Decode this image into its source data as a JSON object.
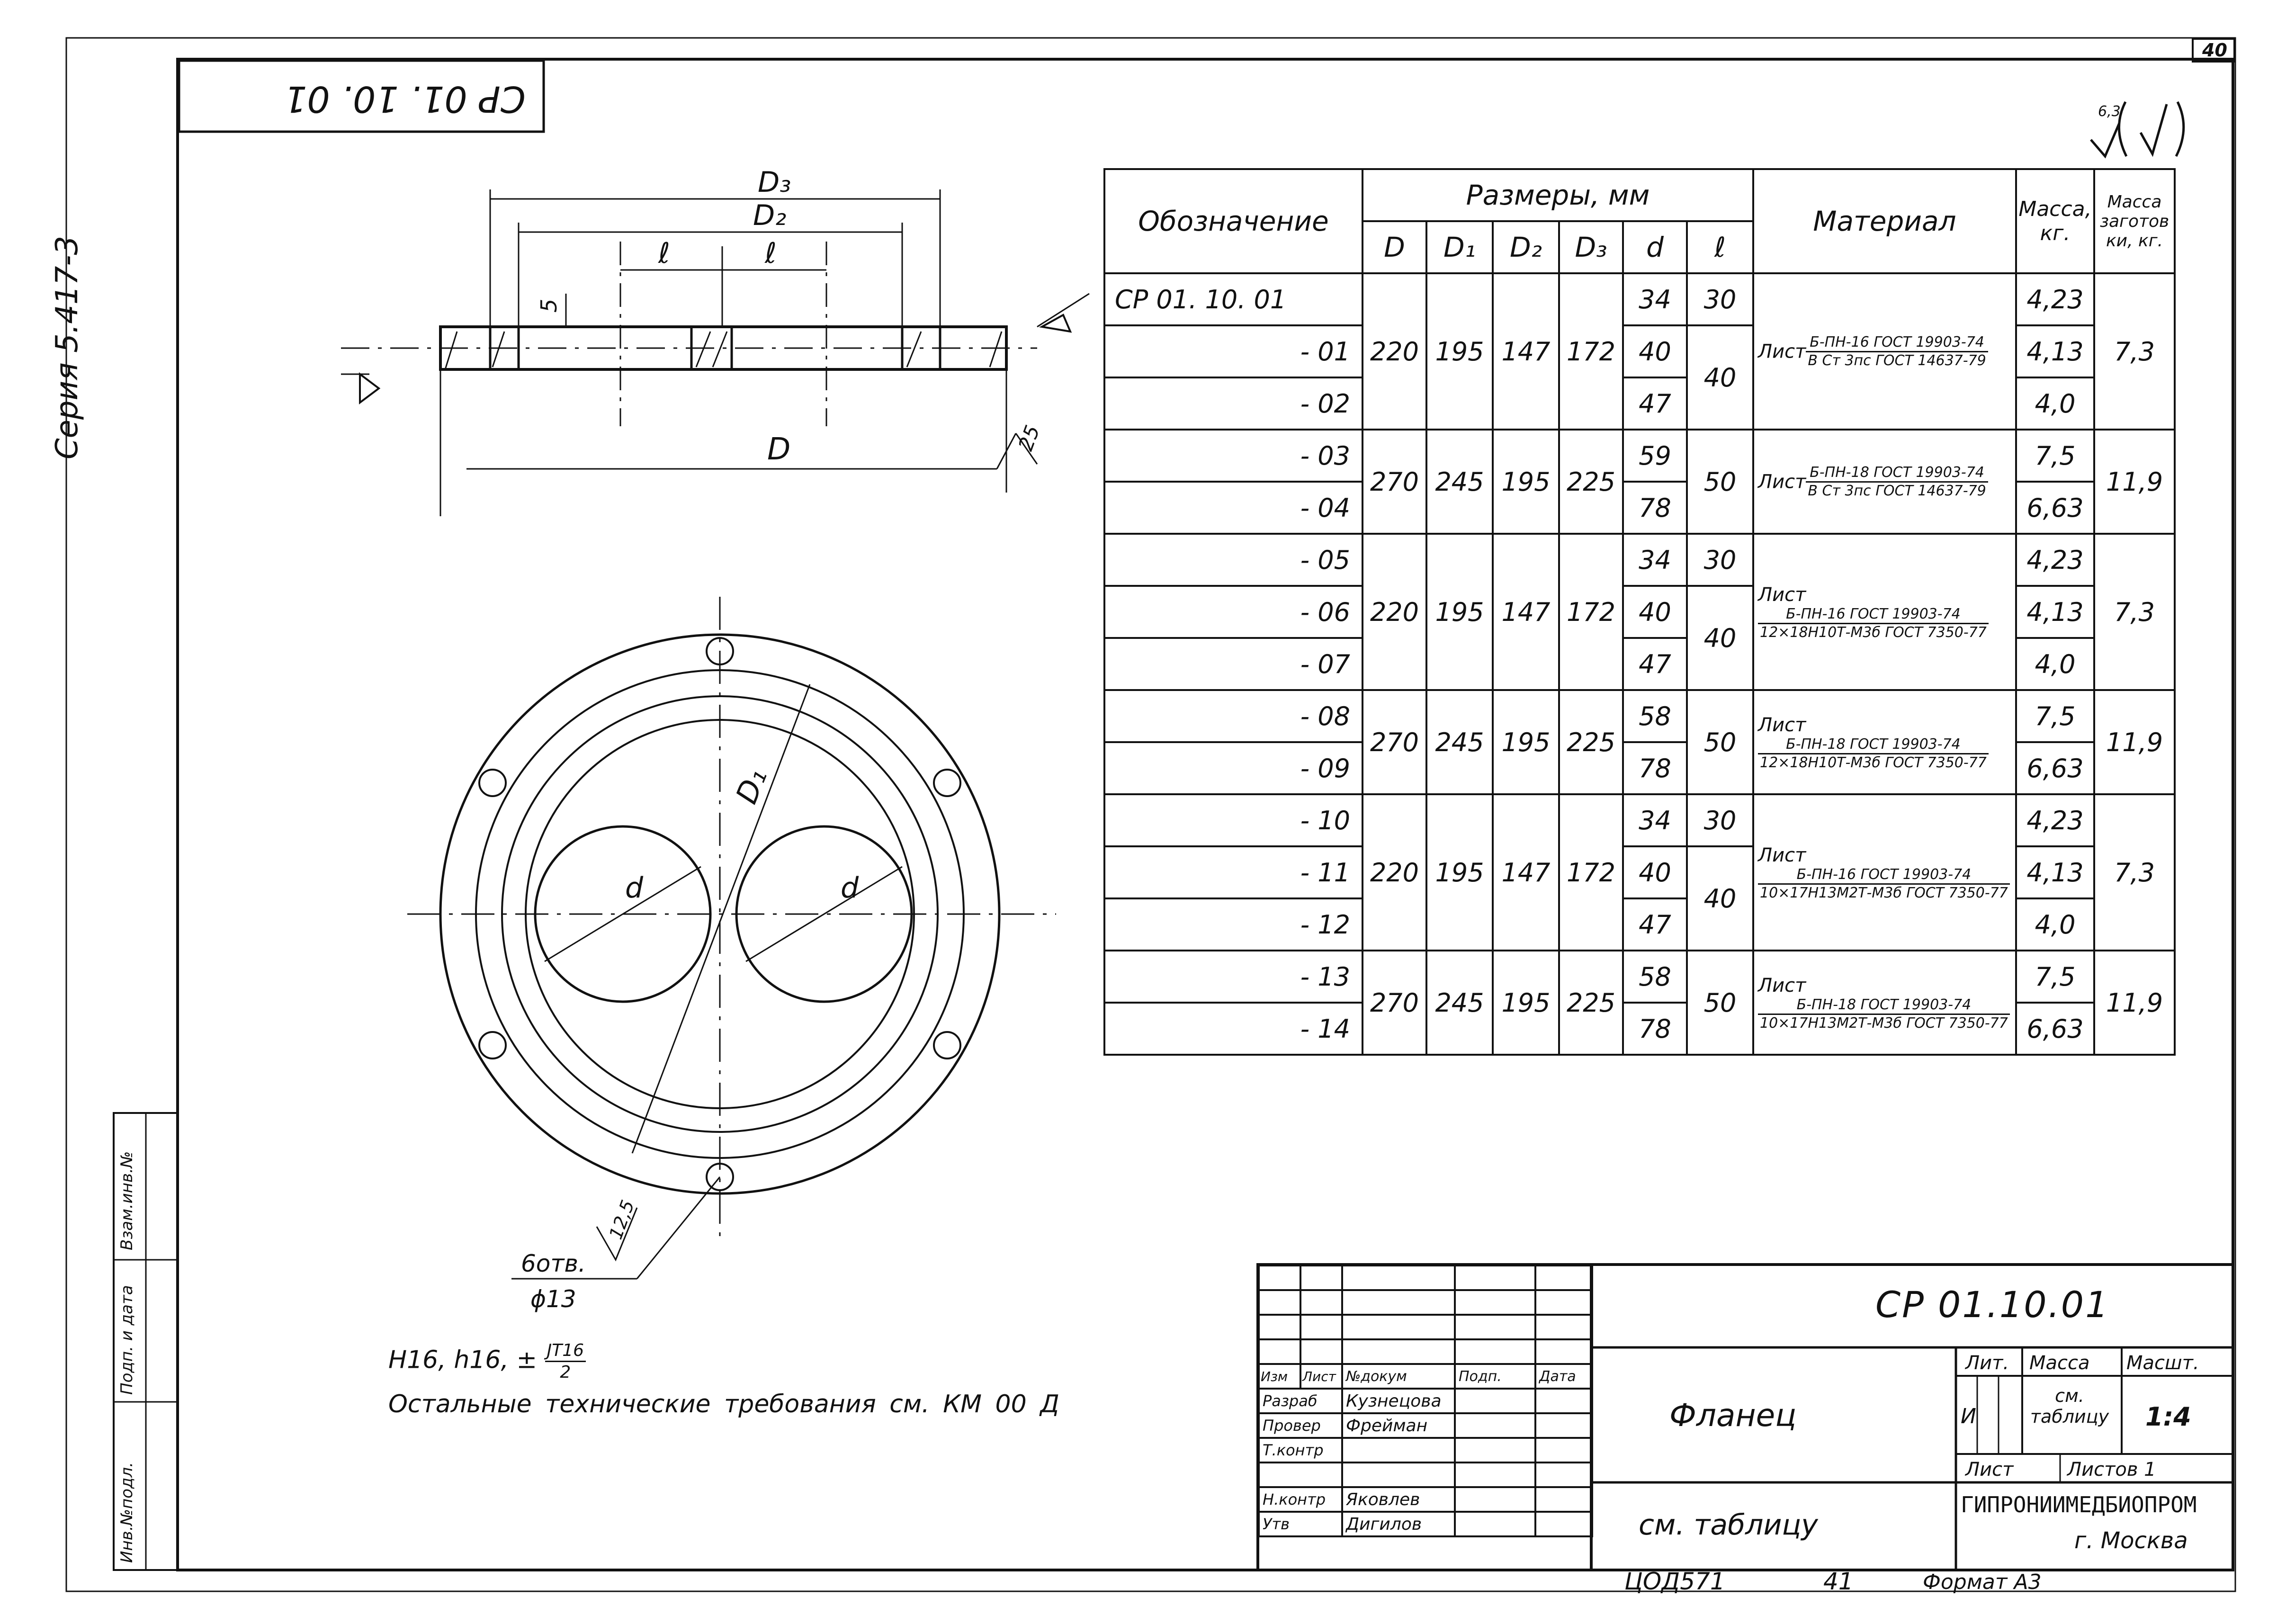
{
  "sheet_number": "40",
  "top_stamp": "СР 01. 10. 01",
  "series_label": "Серия 5.417-3",
  "roughness_mark": "6,3",
  "side_stamp_labels": [
    "Взам.инв.№",
    "Подп. и дата",
    "Инв.№подл."
  ],
  "drawing": {
    "labels": {
      "D3": "D₃",
      "D2": "D₂",
      "l": "ℓ",
      "D": "D",
      "s": "5",
      "weld": "25",
      "D1": "D₁",
      "d": "d",
      "holes_count": "6отв.",
      "holes_dia": "ϕ13",
      "hole_rough": "12,5"
    }
  },
  "notes": {
    "tolerance": "H16,  h16,  ±",
    "frac_num": "JT16",
    "frac_den": "2",
    "tech": "Остальные технические требования  см. КМ 00 Д"
  },
  "spec_table": {
    "headers": {
      "designation": "Обозначение",
      "dims": "Размеры, мм",
      "material": "Материал",
      "mass": "Масса, кг.",
      "blank_mass": "Масса заготов ки, кг."
    },
    "dim_cols": [
      "D",
      "D₁",
      "D₂",
      "D₃",
      "d",
      "ℓ"
    ],
    "groups": [
      {
        "des": [
          "СР 01. 10. 01",
          "- 01",
          "- 02"
        ],
        "D": "220",
        "D1": "195",
        "D2": "147",
        "D3": "172",
        "d": [
          "34",
          "40",
          "47"
        ],
        "l": [
          "30",
          "40"
        ],
        "mat_pre": "Лист",
        "mat_num": "Б-ПН-16 ГОСТ 19903-74",
        "mat_den": "В Ст 3пс ГОСТ 14637-79",
        "mass": [
          "4,23",
          "4,13",
          "4,0"
        ],
        "blank": "7,3"
      },
      {
        "des": [
          "- 03",
          "- 04"
        ],
        "D": "270",
        "D1": "245",
        "D2": "195",
        "D3": "225",
        "d": [
          "59",
          "78"
        ],
        "l": [
          "50"
        ],
        "mat_pre": "Лист",
        "mat_num": "Б-ПН-18 ГОСТ 19903-74",
        "mat_den": "В Ст 3пс ГОСТ 14637-79",
        "mass": [
          "7,5",
          "6,63"
        ],
        "blank": "11,9"
      },
      {
        "des": [
          "- 05",
          "- 06",
          "- 07"
        ],
        "D": "220",
        "D1": "195",
        "D2": "147",
        "D3": "172",
        "d": [
          "34",
          "40",
          "47"
        ],
        "l": [
          "30",
          "40"
        ],
        "mat_pre": "Лист",
        "mat_num": "Б-ПН-16 ГОСТ 19903-74",
        "mat_den": "12×18Н10Т-М3б ГОСТ 7350-77",
        "mass": [
          "4,23",
          "4,13",
          "4,0"
        ],
        "blank": "7,3"
      },
      {
        "des": [
          "- 08",
          "- 09"
        ],
        "D": "270",
        "D1": "245",
        "D2": "195",
        "D3": "225",
        "d": [
          "58",
          "78"
        ],
        "l": [
          "50"
        ],
        "mat_pre": "Лист",
        "mat_num": "Б-ПН-18 ГОСТ 19903-74",
        "mat_den": "12×18Н10Т-М3б ГОСТ 7350-77",
        "mass": [
          "7,5",
          "6,63"
        ],
        "blank": "11,9"
      },
      {
        "des": [
          "- 10",
          "- 11",
          "- 12"
        ],
        "D": "220",
        "D1": "195",
        "D2": "147",
        "D3": "172",
        "d": [
          "34",
          "40",
          "47"
        ],
        "l": [
          "30",
          "40"
        ],
        "mat_pre": "Лист",
        "mat_num": "Б-ПН-16 ГОСТ 19903-74",
        "mat_den": "10×17Н13М2Т-М3б ГОСТ 7350-77",
        "mass": [
          "4,23",
          "4,13",
          "4,0"
        ],
        "blank": "7,3"
      },
      {
        "des": [
          "- 13",
          "- 14"
        ],
        "D": "270",
        "D1": "245",
        "D2": "195",
        "D3": "225",
        "d": [
          "58",
          "78"
        ],
        "l": [
          "50"
        ],
        "mat_pre": "Лист",
        "mat_num": "Б-ПН-18 ГОСТ 19903-74",
        "mat_den": "10×17Н13М2Т-М3б ГОСТ 7350-77",
        "mass": [
          "7,5",
          "6,63"
        ],
        "blank": "11,9"
      }
    ]
  },
  "title_block": {
    "doc_code": "СР 01.10.01",
    "part_name": "Фланец",
    "material_note": "см. таблицу",
    "lit_label": "Лит.",
    "mass_label": "Масса",
    "scale_label": "Масшт.",
    "lit_value": "И",
    "mass_value": "см. таблицу",
    "scale_value": "1:4",
    "sheet_label": "Лист",
    "sheets_label": "Листов 1",
    "org": "ГИПРОНИИМЕДБИОПРОМ",
    "city": "г. Москва",
    "cols": [
      "Изм",
      "Лист",
      "№докум",
      "Подп.",
      "Дата"
    ],
    "roles": [
      {
        "role": "Разраб",
        "name": "Кузнецова"
      },
      {
        "role": "Провер",
        "name": "Фрейман"
      },
      {
        "role": "Т.контр",
        "name": ""
      },
      {
        "role": "",
        "name": ""
      },
      {
        "role": "Н.контр",
        "name": "Яковлев"
      },
      {
        "role": "Утв",
        "name": "Дигилов"
      }
    ]
  },
  "footer": {
    "archive": "ЦОД571",
    "num": "41",
    "format": "Формат А3"
  }
}
